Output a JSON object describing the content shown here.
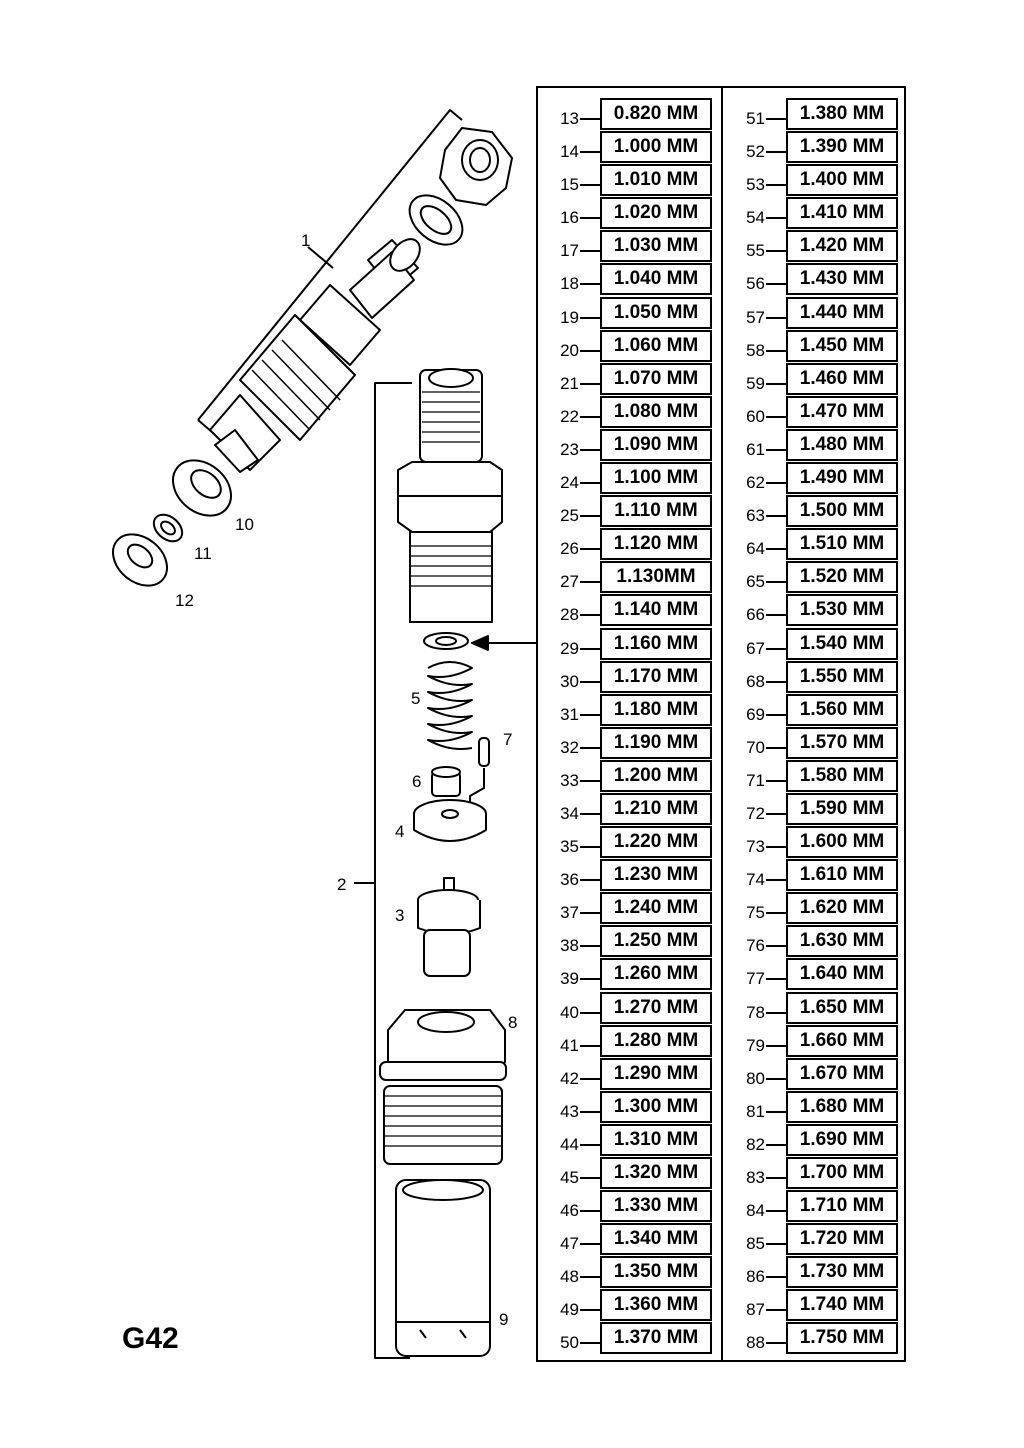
{
  "page_code": "G42",
  "callouts": [
    "1",
    "2",
    "3",
    "4",
    "5",
    "6",
    "7",
    "8",
    "9",
    "10",
    "11",
    "12"
  ],
  "shim_table": {
    "left": [
      {
        "ref": "13",
        "size": "0.820 MM"
      },
      {
        "ref": "14",
        "size": "1.000 MM"
      },
      {
        "ref": "15",
        "size": "1.010 MM"
      },
      {
        "ref": "16",
        "size": "1.020 MM"
      },
      {
        "ref": "17",
        "size": "1.030 MM"
      },
      {
        "ref": "18",
        "size": "1.040 MM"
      },
      {
        "ref": "19",
        "size": "1.050 MM"
      },
      {
        "ref": "20",
        "size": "1.060 MM"
      },
      {
        "ref": "21",
        "size": "1.070 MM"
      },
      {
        "ref": "22",
        "size": "1.080 MM"
      },
      {
        "ref": "23",
        "size": "1.090 MM"
      },
      {
        "ref": "24",
        "size": "1.100 MM"
      },
      {
        "ref": "25",
        "size": "1.110 MM"
      },
      {
        "ref": "26",
        "size": "1.120 MM"
      },
      {
        "ref": "27",
        "size": "1.130MM"
      },
      {
        "ref": "28",
        "size": "1.140 MM"
      },
      {
        "ref": "29",
        "size": "1.160 MM"
      },
      {
        "ref": "30",
        "size": "1.170 MM"
      },
      {
        "ref": "31",
        "size": "1.180 MM"
      },
      {
        "ref": "32",
        "size": "1.190 MM"
      },
      {
        "ref": "33",
        "size": "1.200 MM"
      },
      {
        "ref": "34",
        "size": "1.210 MM"
      },
      {
        "ref": "35",
        "size": "1.220 MM"
      },
      {
        "ref": "36",
        "size": "1.230 MM"
      },
      {
        "ref": "37",
        "size": "1.240 MM"
      },
      {
        "ref": "38",
        "size": "1.250 MM"
      },
      {
        "ref": "39",
        "size": "1.260 MM"
      },
      {
        "ref": "40",
        "size": "1.270 MM"
      },
      {
        "ref": "41",
        "size": "1.280 MM"
      },
      {
        "ref": "42",
        "size": "1.290 MM"
      },
      {
        "ref": "43",
        "size": "1.300 MM"
      },
      {
        "ref": "44",
        "size": "1.310 MM"
      },
      {
        "ref": "45",
        "size": "1.320 MM"
      },
      {
        "ref": "46",
        "size": "1.330 MM"
      },
      {
        "ref": "47",
        "size": "1.340 MM"
      },
      {
        "ref": "48",
        "size": "1.350 MM"
      },
      {
        "ref": "49",
        "size": "1.360 MM"
      },
      {
        "ref": "50",
        "size": "1.370 MM"
      }
    ],
    "right": [
      {
        "ref": "51",
        "size": "1.380 MM"
      },
      {
        "ref": "52",
        "size": "1.390 MM"
      },
      {
        "ref": "53",
        "size": "1.400 MM"
      },
      {
        "ref": "54",
        "size": "1.410 MM"
      },
      {
        "ref": "55",
        "size": "1.420 MM"
      },
      {
        "ref": "56",
        "size": "1.430 MM"
      },
      {
        "ref": "57",
        "size": "1.440 MM"
      },
      {
        "ref": "58",
        "size": "1.450 MM"
      },
      {
        "ref": "59",
        "size": "1.460 MM"
      },
      {
        "ref": "60",
        "size": "1.470 MM"
      },
      {
        "ref": "61",
        "size": "1.480 MM"
      },
      {
        "ref": "62",
        "size": "1.490 MM"
      },
      {
        "ref": "63",
        "size": "1.500 MM"
      },
      {
        "ref": "64",
        "size": "1.510 MM"
      },
      {
        "ref": "65",
        "size": "1.520 MM"
      },
      {
        "ref": "66",
        "size": "1.530 MM"
      },
      {
        "ref": "67",
        "size": "1.540 MM"
      },
      {
        "ref": "68",
        "size": "1.550 MM"
      },
      {
        "ref": "69",
        "size": "1.560 MM"
      },
      {
        "ref": "70",
        "size": "1.570 MM"
      },
      {
        "ref": "71",
        "size": "1.580 MM"
      },
      {
        "ref": "72",
        "size": "1.590 MM"
      },
      {
        "ref": "73",
        "size": "1.600 MM"
      },
      {
        "ref": "74",
        "size": "1.610 MM"
      },
      {
        "ref": "75",
        "size": "1.620 MM"
      },
      {
        "ref": "76",
        "size": "1.630 MM"
      },
      {
        "ref": "77",
        "size": "1.640 MM"
      },
      {
        "ref": "78",
        "size": "1.650 MM"
      },
      {
        "ref": "79",
        "size": "1.660 MM"
      },
      {
        "ref": "80",
        "size": "1.670 MM"
      },
      {
        "ref": "81",
        "size": "1.680 MM"
      },
      {
        "ref": "82",
        "size": "1.690 MM"
      },
      {
        "ref": "83",
        "size": "1.700 MM"
      },
      {
        "ref": "84",
        "size": "1.710 MM"
      },
      {
        "ref": "85",
        "size": "1.720 MM"
      },
      {
        "ref": "86",
        "size": "1.730 MM"
      },
      {
        "ref": "87",
        "size": "1.740 MM"
      },
      {
        "ref": "88",
        "size": "1.750 MM"
      }
    ]
  }
}
